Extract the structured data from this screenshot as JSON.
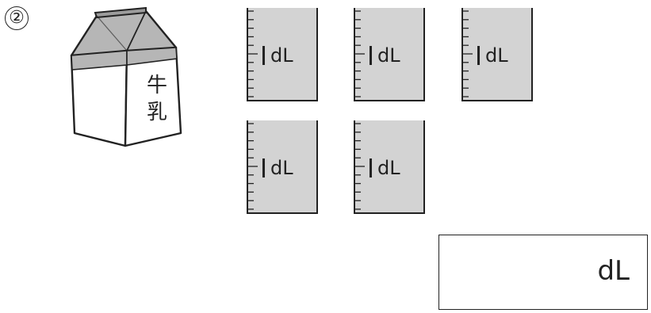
{
  "question_number": "②",
  "carton": {
    "label_line1": "牛",
    "label_line2": "乳"
  },
  "cups": [
    {
      "amount": "dL"
    },
    {
      "amount": "dL"
    },
    {
      "amount": "dL"
    },
    {
      "amount": "dL"
    },
    {
      "amount": "dL"
    }
  ],
  "answer": {
    "value": "",
    "unit": "dL"
  }
}
